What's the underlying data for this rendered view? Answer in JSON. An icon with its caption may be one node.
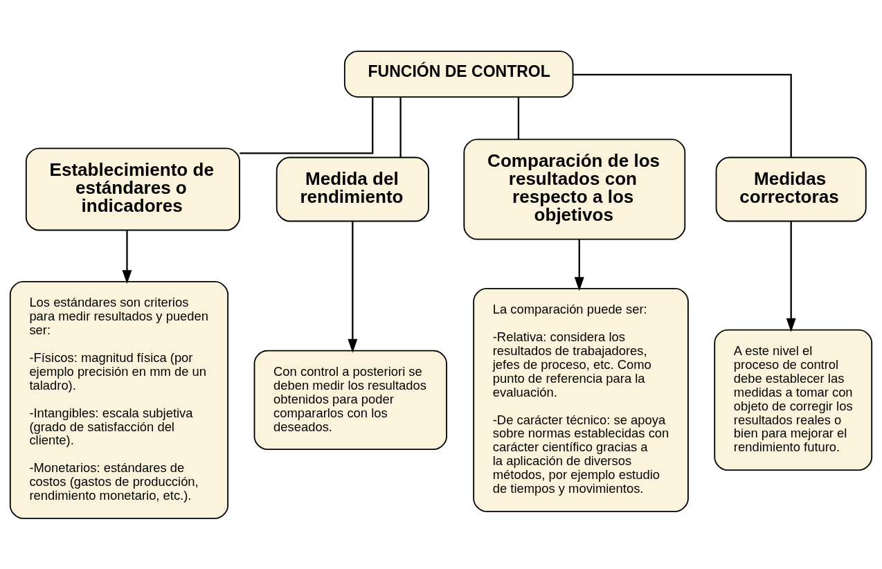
{
  "diagram": {
    "nodes": [
      {
        "text": [
          "FUNCIÓN DE CONTROL"
        ]
      },
      {
        "text": [
          "Establecimiento de estándares o indicadores"
        ]
      },
      {
        "text": [
          "Medida del rendimiento"
        ]
      },
      {
        "text": [
          "Comparación de los resultados con respecto a los objetivos"
        ]
      },
      {
        "text": [
          "Medidas correctoras"
        ]
      },
      {
        "text": [
          "Los estándares son criterios para medir resultados y pueden ser:",
          "-Físicos: magnitud física (por ejemplo precisión en mm de un taladro).",
          "-Intangibles: escala subjetiva (grado de satisfacción del cliente).",
          "-Monetarios: estándares de costos (gastos de producción, rendimiento monetario, etc.)."
        ]
      },
      {
        "text": [
          "Con control a posteriori se deben medir los resultados obtenidos para poder compararlos con los deseados."
        ]
      },
      {
        "text": [
          "La comparación puede ser:",
          "-Relativa: considera los resultados de trabajadores, jefes de proceso, etc. Como punto de referencia para la evaluación.",
          "-De carácter técnico: se apoya sobre normas establecidas con carácter científico gracias a la aplicación de diversos métodos, por ejemplo estudio de tiempos y movimientos."
        ]
      },
      {
        "text": [
          "A este nivel el proceso de control debe establecer las medidas a tomar con objeto de corregir los resultados reales o bien para mejorar el rendimiento futuro."
        ]
      }
    ],
    "edges": [
      {
        "from": 0,
        "to": 1,
        "arrow": "none"
      },
      {
        "from": 0,
        "to": 2,
        "arrow": "none"
      },
      {
        "from": 0,
        "to": 3,
        "arrow": "none"
      },
      {
        "from": 0,
        "to": 4,
        "arrow": "none"
      },
      {
        "from": 1,
        "to": 5,
        "arrow": "to"
      },
      {
        "from": 2,
        "to": 6,
        "arrow": "to"
      },
      {
        "from": 3,
        "to": 7,
        "arrow": "to"
      },
      {
        "from": 4,
        "to": 8,
        "arrow": "to"
      }
    ]
  }
}
